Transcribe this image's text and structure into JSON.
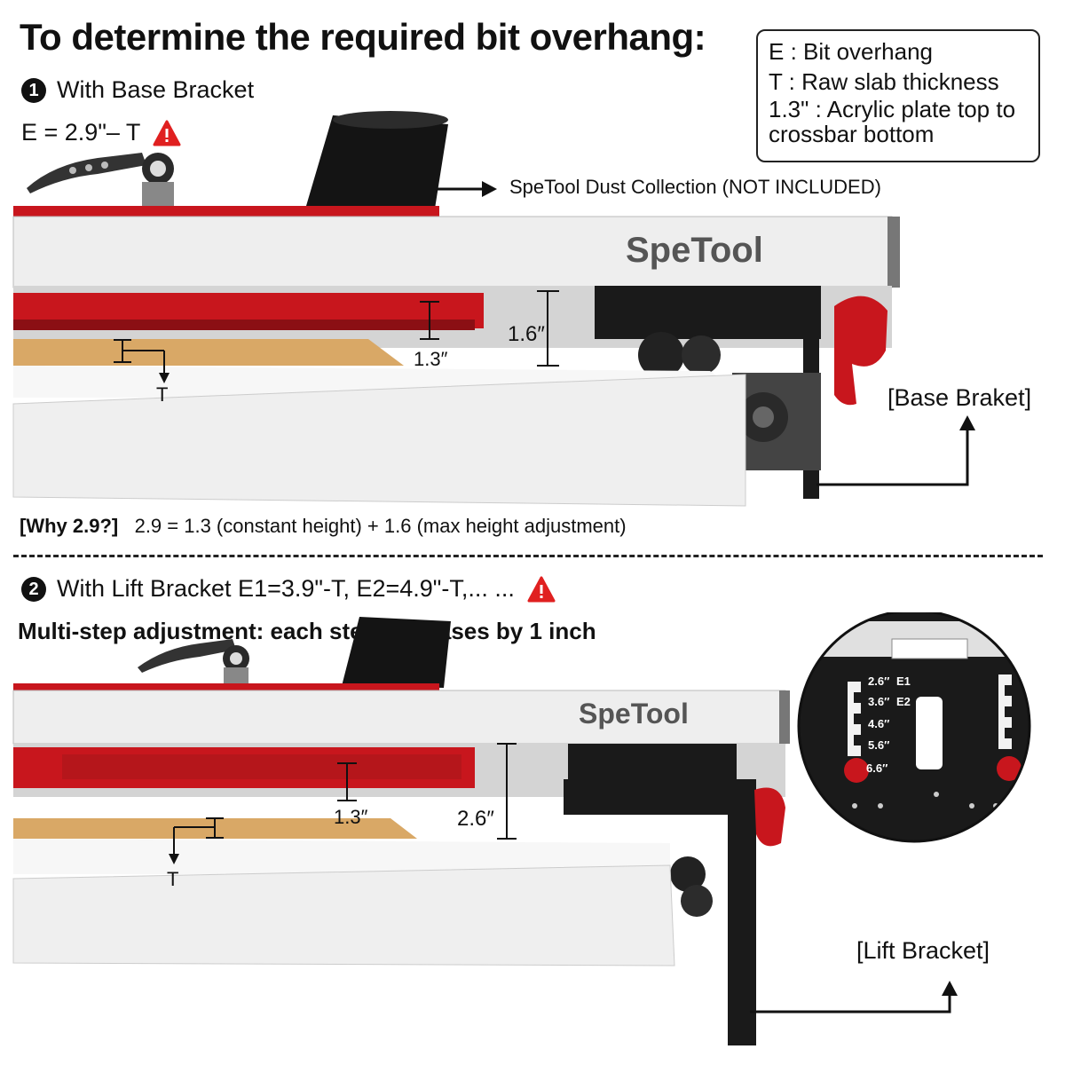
{
  "title": "To determine the required bit overhang:",
  "legend": {
    "e": "E : Bit overhang",
    "t": "T : Raw slab thickness",
    "plate": "1.3\" : Acrylic plate top to crossbar bottom"
  },
  "section1": {
    "number": "1",
    "label": "With Base Bracket",
    "formula": "E = 2.9\"– T",
    "dust_label": "SpeTool Dust Collection (NOT INCLUDED)",
    "brand": "SpeTool",
    "dim_a": "1.6″",
    "dim_b": "1.3″",
    "t_label": "T",
    "bracket_label": "[Base Braket]",
    "why_label": "[Why 2.9?]",
    "why_text": "2.9 = 1.3 (constant height) + 1.6 (max height adjustment)"
  },
  "section2": {
    "number": "2",
    "label": "With Lift Bracket E1=3.9\"-T, E2=4.9\"-T,... ...",
    "subtitle": "Multi-step adjustment: each step increases by 1 inch",
    "brand": "SpeTool",
    "dim_a": "1.3″",
    "dim_b": "2.6″",
    "t_label": "T",
    "bracket_label": "[Lift Bracket]",
    "steps": [
      "2.6″",
      "3.6″",
      "4.6″",
      "5.6″",
      "6.6″"
    ],
    "step_tags": [
      "E1",
      "E2"
    ]
  },
  "colors": {
    "red": "#c8161d",
    "black": "#1a1a1a",
    "aluminum": "#e6e6e6",
    "wood": "#d9a866",
    "warning": "#e02020"
  },
  "icons": [
    "warning-icon",
    "arrow-right-icon",
    "arrow-up-icon",
    "clamp-lever-icon",
    "dust-port-icon"
  ]
}
